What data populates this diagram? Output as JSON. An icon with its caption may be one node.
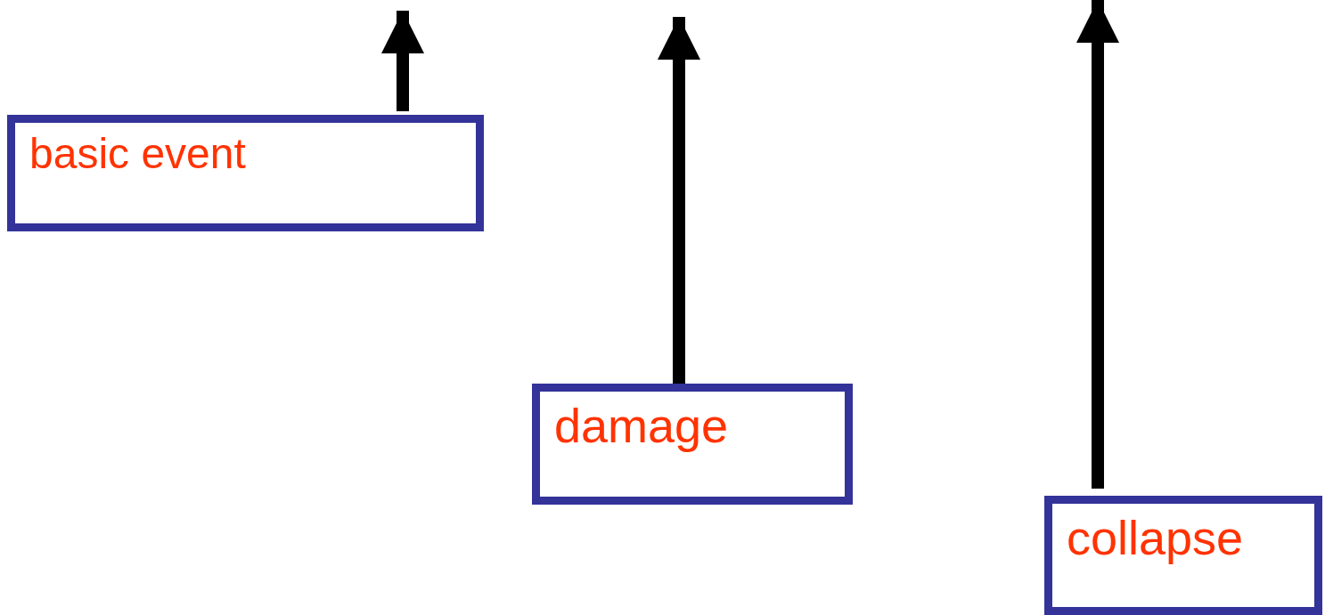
{
  "diagram": {
    "nodes": [
      {
        "text": [
          "basic event"
        ]
      },
      {
        "text": [
          "damage"
        ]
      },
      {
        "text": [
          "collapse"
        ]
      }
    ],
    "edges": [
      {
        "from": 0,
        "to": null,
        "arrow": "to"
      },
      {
        "from": 1,
        "to": null,
        "arrow": "to"
      },
      {
        "from": 2,
        "to": null,
        "arrow": "to"
      }
    ]
  }
}
